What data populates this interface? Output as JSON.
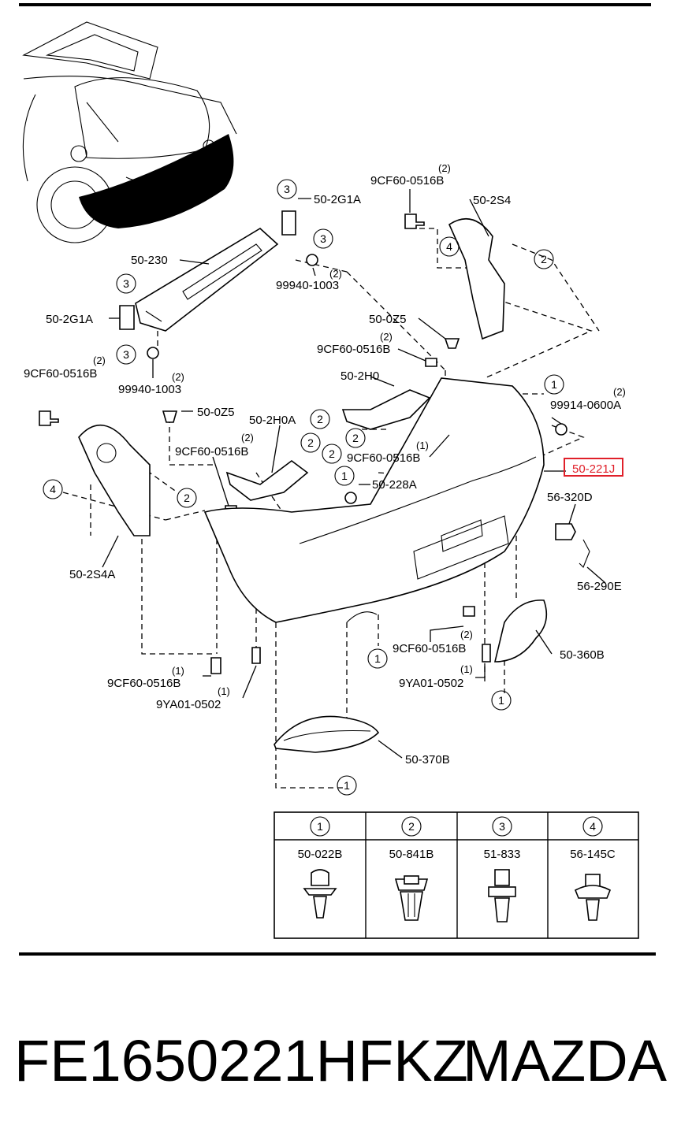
{
  "labels": {
    "bracket_top": "50-2G1A",
    "bracket_left": "50-2G1A",
    "reinforcement": "50-230",
    "nut_a": "99940-1003",
    "nut_a_qty": "(2)",
    "nut_b": "99940-1003",
    "nut_b_qty": "(2)",
    "bolt_top": "9CF60-0516B",
    "bolt_top_qty": "(2)",
    "bolt_left": "9CF60-0516B",
    "bolt_left_qty": "(2)",
    "side_bracket_right": "50-2S4",
    "side_bracket_left": "50-2S4A",
    "clip_0z5_a": "50-0Z5",
    "clip_0z5_b": "50-0Z5",
    "bolt_mid": "9CF60-0516B",
    "bolt_mid_qty": "(2)",
    "bracket_2h0": "50-2H0",
    "bracket_2h0a": "50-2H0A",
    "bolt_mid2": "9CF60-0516B",
    "bolt_mid2_qty": "(2)",
    "bolt_center": "9CF60-0516B",
    "bolt_center_qty": "(1)",
    "clip_228a": "50-228A",
    "nut_right": "99914-0600A",
    "nut_right_qty": "(2)",
    "bumper": "50-221J",
    "socket": "56-320D",
    "wire": "56-290E",
    "bolt_low": "9CF60-0516B",
    "bolt_low_qty": "(2)",
    "lamp_right": "50-360B",
    "screw_right": "9YA01-0502",
    "screw_right_qty": "(1)",
    "bolt_bottom_left": "9CF60-0516B",
    "bolt_bottom_left_qty": "(1)",
    "screw_left": "9YA01-0502",
    "screw_left_qty": "(1)",
    "lamp_bottom": "50-370B"
  },
  "callouts": {
    "c1": "1",
    "c2": "2",
    "c3": "3",
    "c4": "4"
  },
  "legend": [
    {
      "num": "1",
      "part": "50-022B"
    },
    {
      "num": "2",
      "part": "50-841B"
    },
    {
      "num": "3",
      "part": "51-833"
    },
    {
      "num": "4",
      "part": "56-145C"
    }
  ],
  "footer": {
    "part_number": "FE1650221HFKZ",
    "brand": "MAZDA"
  },
  "colors": {
    "highlight": "#e0202a",
    "ink": "#000000"
  }
}
